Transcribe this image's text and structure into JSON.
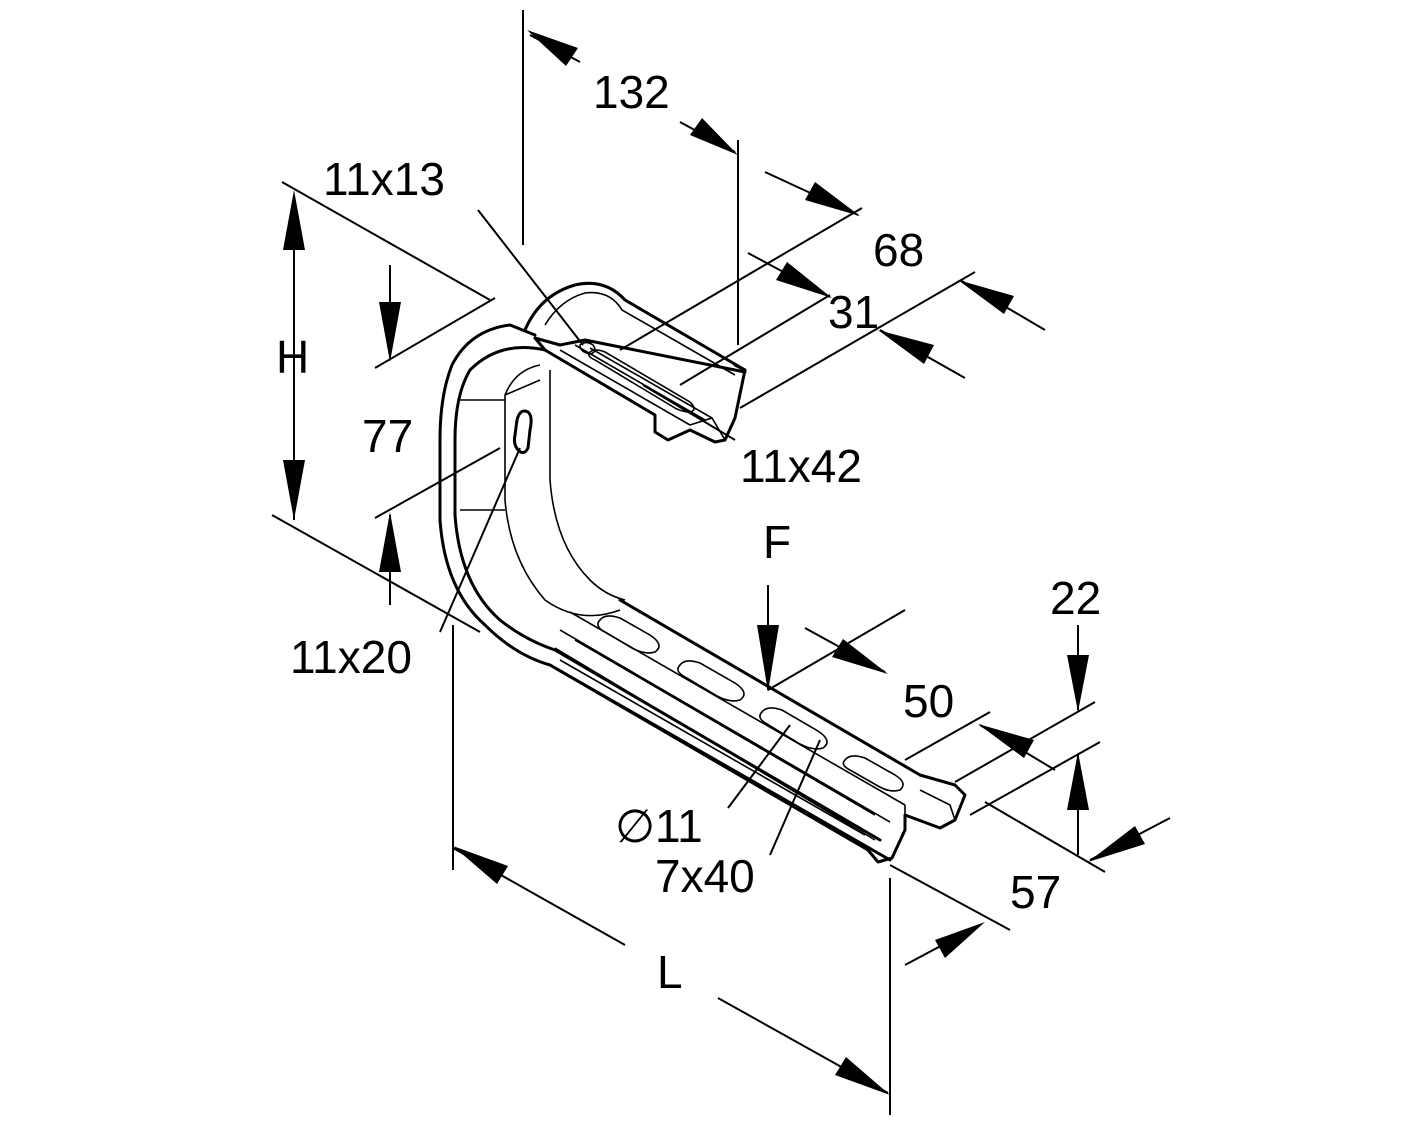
{
  "labels": {
    "d132": "132",
    "d11x13": "11x13",
    "d68": "68",
    "d31": "31",
    "dH": "H",
    "d77": "77",
    "d11x42": "11x42",
    "dF": "F",
    "d22": "22",
    "d50": "50",
    "d11x20": "11x20",
    "dphi": "∅",
    "d11": "11",
    "d7x40": "7x40",
    "d57": "57",
    "dL": "L"
  }
}
